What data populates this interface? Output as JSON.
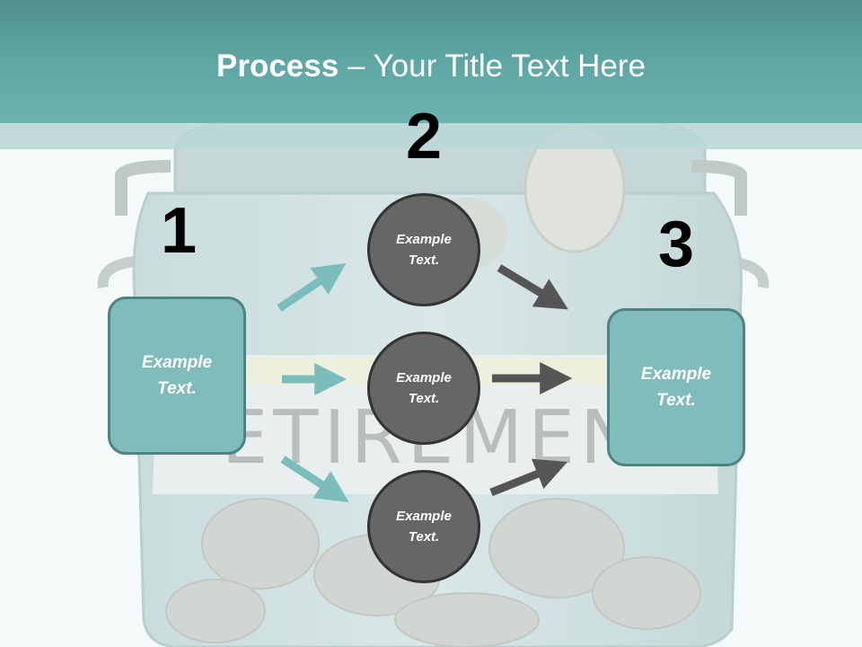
{
  "slide": {
    "title_bold": "Process",
    "title_rest": " – Your Title Text Here"
  },
  "steps": [
    {
      "number": "1"
    },
    {
      "number": "2"
    },
    {
      "number": "3"
    }
  ],
  "left_box": {
    "text": "Example\nText."
  },
  "right_box": {
    "text": "Example\nText."
  },
  "circles": [
    {
      "text": "Example\nText."
    },
    {
      "text": "Example\nText."
    },
    {
      "text": "Example\nText."
    }
  ],
  "colors": {
    "header": "#5fa8a6",
    "box_fill": "#7fbcbb",
    "box_border": "#4b8483",
    "circle_fill": "#666666",
    "circle_border": "#333333",
    "teal_arrow": "#7bbdbb",
    "dark_arrow": "#555555"
  },
  "icons": {
    "background": "retirement-coin-jar-image"
  }
}
